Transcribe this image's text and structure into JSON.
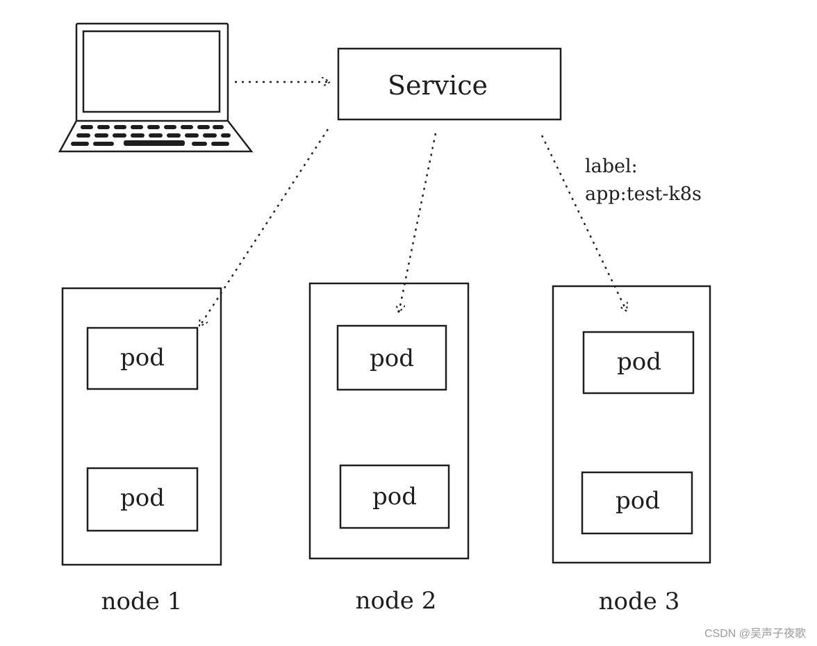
{
  "service": {
    "label": "Service"
  },
  "selector": {
    "line1": "label:",
    "line2": "app:test-k8s"
  },
  "nodes": [
    {
      "label": "node 1",
      "pods": [
        "pod",
        "pod"
      ]
    },
    {
      "label": "node 2",
      "pods": [
        "pod",
        "pod"
      ]
    },
    {
      "label": "node 3",
      "pods": [
        "pod",
        "pod"
      ]
    }
  ],
  "watermark": "CSDN @吴声子夜歌",
  "colors": {
    "ink": "#1e1e1e",
    "background": "#ffffff"
  },
  "icons": {
    "client": "laptop-icon"
  }
}
